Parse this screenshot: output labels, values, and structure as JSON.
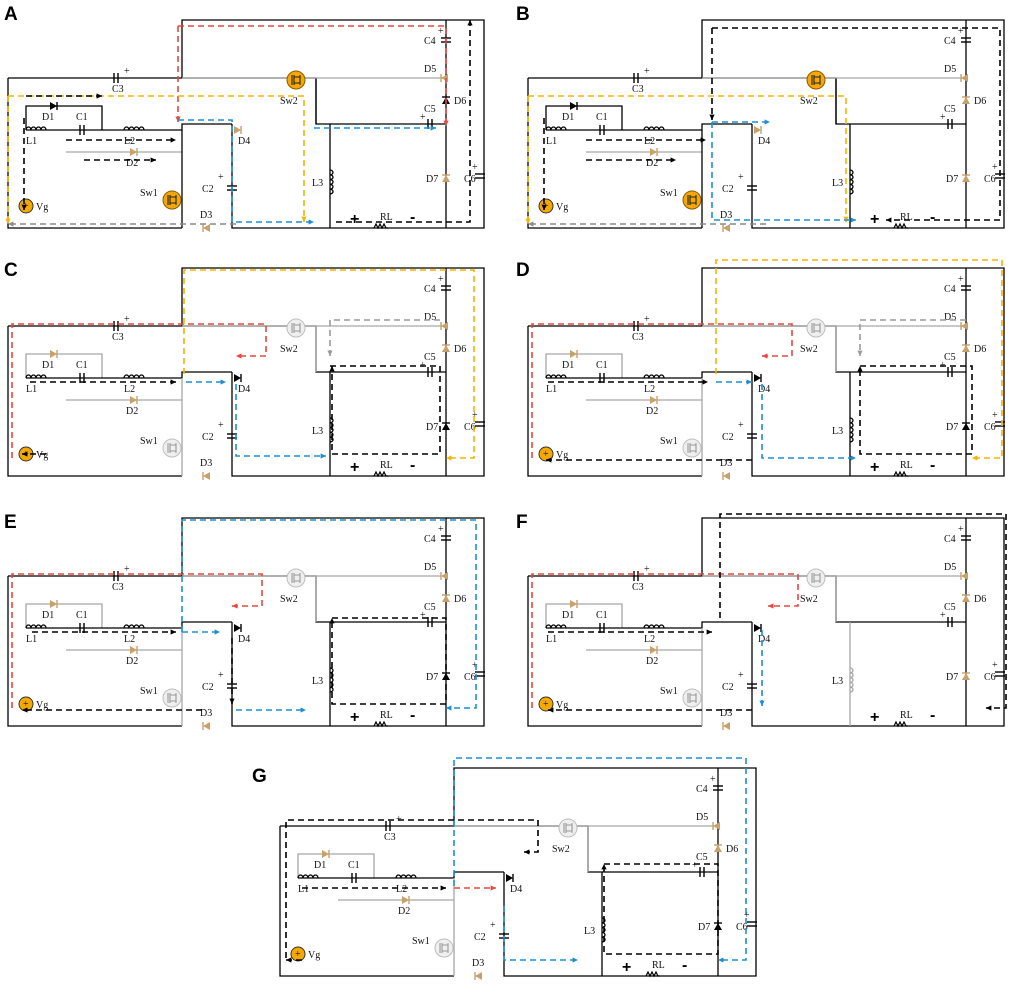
{
  "panels": [
    {
      "id": "A",
      "active": {
        "sw1": true,
        "sw2": true,
        "d4": false,
        "d6": true,
        "d7": false,
        "l3": true
      },
      "paths": [
        {
          "color": "#e8473f",
          "pts": [
            [
              172,
              26
            ],
            [
              440,
              26
            ],
            [
              440,
              126
            ]
          ]
        },
        {
          "color": "#e8473f",
          "pts": [
            [
              172,
              26
            ],
            [
              172,
              122
            ]
          ]
        },
        {
          "color": "#f5b400",
          "pts": [
            [
              2,
              96
            ],
            [
              298,
              96
            ],
            [
              298,
              222
            ]
          ]
        },
        {
          "color": "#f5b400",
          "pts": [
            [
              2,
              96
            ],
            [
              2,
              224
            ]
          ]
        },
        {
          "color": "#1c8fd6",
          "pts": [
            [
              172,
              120
            ],
            [
              226,
              120
            ],
            [
              226,
              222
            ],
            [
              308,
              222
            ]
          ]
        },
        {
          "color": "#1c8fd6",
          "pts": [
            [
              308,
              128
            ],
            [
              430,
              128
            ]
          ]
        },
        {
          "color": "#000000",
          "pts": [
            [
              60,
              140
            ],
            [
              170,
              140
            ]
          ]
        },
        {
          "color": "#000000",
          "pts": [
            [
              78,
              160
            ],
            [
              150,
              160
            ]
          ]
        },
        {
          "color": "#000000",
          "pts": [
            [
              18,
              118
            ],
            [
              18,
              210
            ]
          ]
        },
        {
          "color": "#000000",
          "pts": [
            [
              20,
              96
            ],
            [
              96,
              96
            ]
          ]
        },
        {
          "color": "#000000",
          "pts": [
            [
              330,
              222
            ],
            [
              464,
              222
            ],
            [
              464,
              20
            ]
          ]
        },
        {
          "color": "#8a8a8a",
          "pts": [
            [
              230,
              224
            ],
            [
              2,
              224
            ]
          ]
        }
      ]
    },
    {
      "id": "B",
      "active": {
        "sw1": true,
        "sw2": true,
        "d4": false,
        "d6": false,
        "d7": false,
        "l3": true
      },
      "paths": [
        {
          "color": "#f5b400",
          "pts": [
            [
              2,
              96
            ],
            [
              320,
              96
            ],
            [
              320,
              222
            ]
          ]
        },
        {
          "color": "#f5b400",
          "pts": [
            [
              2,
              96
            ],
            [
              2,
              224
            ]
          ]
        },
        {
          "color": "#1c8fd6",
          "pts": [
            [
              186,
              122
            ],
            [
              244,
              122
            ]
          ]
        },
        {
          "color": "#1c8fd6",
          "pts": [
            [
              186,
              122
            ],
            [
              186,
              220
            ],
            [
              330,
              220
            ]
          ]
        },
        {
          "color": "#000000",
          "pts": [
            [
              186,
              28
            ],
            [
              474,
              28
            ],
            [
              474,
              220
            ],
            [
              360,
              220
            ]
          ]
        },
        {
          "color": "#000000",
          "pts": [
            [
              186,
              28
            ],
            [
              186,
              120
            ]
          ]
        },
        {
          "color": "#000000",
          "pts": [
            [
              60,
              140
            ],
            [
              180,
              140
            ]
          ]
        },
        {
          "color": "#000000",
          "pts": [
            [
              60,
              160
            ],
            [
              150,
              160
            ]
          ]
        },
        {
          "color": "#000000",
          "pts": [
            [
              18,
              118
            ],
            [
              18,
              210
            ]
          ]
        },
        {
          "color": "#8a8a8a",
          "pts": [
            [
              240,
              224
            ],
            [
              2,
              224
            ]
          ]
        }
      ]
    },
    {
      "id": "C",
      "active": {
        "sw1": false,
        "sw2": false,
        "d4": true,
        "d6": false,
        "d7": true,
        "l3": true
      },
      "paths": [
        {
          "color": "#e8473f",
          "pts": [
            [
              6,
              210
            ],
            [
              6,
              76
            ],
            [
              260,
              76
            ],
            [
              260,
              108
            ],
            [
              230,
              108
            ]
          ]
        },
        {
          "color": "#f5b400",
          "pts": [
            [
              178,
              126
            ],
            [
              178,
              22
            ],
            [
              468,
              22
            ],
            [
              468,
              210
            ],
            [
              440,
              210
            ]
          ]
        },
        {
          "color": "#1c8fd6",
          "pts": [
            [
              230,
              136
            ],
            [
              230,
              208
            ],
            [
              320,
              208
            ]
          ]
        },
        {
          "color": "#1c8fd6",
          "pts": [
            [
              180,
              134
            ],
            [
              220,
              134
            ]
          ]
        },
        {
          "color": "#9a9a9a",
          "pts": [
            [
              434,
              72
            ],
            [
              324,
              72
            ],
            [
              324,
              108
            ]
          ]
        },
        {
          "color": "#000000",
          "pts": [
            [
              24,
              134
            ],
            [
              170,
              134
            ]
          ]
        },
        {
          "color": "#000000",
          "pts": [
            [
              324,
              118
            ],
            [
              434,
              118
            ],
            [
              434,
              206
            ],
            [
              326,
              206
            ],
            [
              326,
              118
            ]
          ]
        },
        {
          "color": "#000000",
          "pts": [
            [
              40,
              206
            ],
            [
              16,
              206
            ]
          ]
        }
      ]
    },
    {
      "id": "D",
      "active": {
        "sw1": false,
        "sw2": false,
        "d4": true,
        "d6": false,
        "d7": true,
        "l3": true
      },
      "paths": [
        {
          "color": "#e8473f",
          "pts": [
            [
              6,
              210
            ],
            [
              6,
              76
            ],
            [
              266,
              76
            ],
            [
              266,
              108
            ],
            [
              236,
              108
            ]
          ]
        },
        {
          "color": "#f5b400",
          "pts": [
            [
              190,
              126
            ],
            [
              190,
              12
            ],
            [
              476,
              12
            ],
            [
              476,
              210
            ],
            [
              446,
              210
            ]
          ]
        },
        {
          "color": "#1c8fd6",
          "pts": [
            [
              236,
              136
            ],
            [
              236,
              210
            ],
            [
              330,
              210
            ]
          ]
        },
        {
          "color": "#1c8fd6",
          "pts": [
            [
              190,
              134
            ],
            [
              226,
              134
            ]
          ]
        },
        {
          "color": "#9a9a9a",
          "pts": [
            [
              440,
              72
            ],
            [
              334,
              72
            ],
            [
              334,
              108
            ]
          ]
        },
        {
          "color": "#000000",
          "pts": [
            [
              22,
              134
            ],
            [
              182,
              134
            ]
          ]
        },
        {
          "color": "#000000",
          "pts": [
            [
              334,
              118
            ],
            [
              446,
              118
            ],
            [
              446,
              206
            ],
            [
              334,
              206
            ],
            [
              334,
              118
            ]
          ]
        },
        {
          "color": "#000000",
          "pts": [
            [
              226,
              212
            ],
            [
              20,
              212
            ]
          ]
        }
      ]
    },
    {
      "id": "E",
      "active": {
        "sw1": false,
        "sw2": false,
        "d4": true,
        "d6": false,
        "d7": true,
        "l3": true
      },
      "paths": [
        {
          "color": "#e8473f",
          "pts": [
            [
              6,
              210
            ],
            [
              6,
              76
            ],
            [
              256,
              76
            ],
            [
              256,
              108
            ],
            [
              226,
              108
            ]
          ]
        },
        {
          "color": "#1c8fd6",
          "pts": [
            [
              176,
              134
            ],
            [
              176,
              22
            ],
            [
              470,
              22
            ],
            [
              470,
              210
            ],
            [
              440,
              210
            ]
          ]
        },
        {
          "color": "#1c8fd6",
          "pts": [
            [
              176,
              134
            ],
            [
              214,
              134
            ]
          ]
        },
        {
          "color": "#1c8fd6",
          "pts": [
            [
              230,
              212
            ],
            [
              300,
              212
            ]
          ]
        },
        {
          "color": "#000000",
          "pts": [
            [
              26,
              134
            ],
            [
              170,
              134
            ]
          ]
        },
        {
          "color": "#000000",
          "pts": [
            [
              326,
              120
            ],
            [
              440,
              120
            ],
            [
              440,
              206
            ],
            [
              326,
              206
            ],
            [
              326,
              120
            ]
          ]
        },
        {
          "color": "#000000",
          "pts": [
            [
              226,
              140
            ],
            [
              226,
              206
            ]
          ]
        },
        {
          "color": "#000000",
          "pts": [
            [
              196,
              212
            ],
            [
              16,
              212
            ]
          ]
        }
      ]
    },
    {
      "id": "F",
      "active": {
        "sw1": false,
        "sw2": false,
        "d4": true,
        "d6": false,
        "d7": false,
        "l3": false
      },
      "paths": [
        {
          "color": "#e8473f",
          "pts": [
            [
              6,
              210
            ],
            [
              6,
              76
            ],
            [
              272,
              76
            ],
            [
              272,
              108
            ],
            [
              242,
              108
            ]
          ]
        },
        {
          "color": "#1c8fd6",
          "pts": [
            [
              236,
              132
            ],
            [
              236,
              208
            ]
          ]
        },
        {
          "color": "#000000",
          "pts": [
            [
              194,
              120
            ],
            [
              194,
              16
            ],
            [
              480,
              16
            ],
            [
              480,
              210
            ],
            [
              460,
              210
            ]
          ]
        },
        {
          "color": "#000000",
          "pts": [
            [
              22,
              134
            ],
            [
              186,
              134
            ]
          ]
        },
        {
          "color": "#000000",
          "pts": [
            [
              226,
              212
            ],
            [
              22,
              212
            ]
          ]
        }
      ]
    },
    {
      "id": "G",
      "active": {
        "sw1": false,
        "sw2": false,
        "d4": true,
        "d6": false,
        "d7": true,
        "l3": true
      },
      "paths": [
        {
          "color": "#1c8fd6",
          "pts": [
            [
              176,
              138
            ],
            [
              176,
              10
            ],
            [
              468,
              10
            ],
            [
              468,
              212
            ],
            [
              440,
              212
            ]
          ]
        },
        {
          "color": "#1c8fd6",
          "pts": [
            [
              226,
              158
            ],
            [
              226,
              212
            ],
            [
              300,
              212
            ]
          ]
        },
        {
          "color": "#e8473f",
          "pts": [
            [
              176,
              140
            ],
            [
              218,
              140
            ]
          ]
        },
        {
          "color": "#000000",
          "pts": [
            [
              8,
              210
            ],
            [
              8,
              72
            ],
            [
              260,
              72
            ],
            [
              260,
              104
            ],
            [
              246,
              104
            ]
          ]
        },
        {
          "color": "#000000",
          "pts": [
            [
              24,
              140
            ],
            [
              168,
              140
            ]
          ]
        },
        {
          "color": "#000000",
          "pts": [
            [
              326,
              116
            ],
            [
              440,
              116
            ],
            [
              440,
              206
            ],
            [
              326,
              206
            ],
            [
              326,
              116
            ]
          ]
        },
        {
          "color": "#000000",
          "pts": [
            [
              24,
              212
            ],
            [
              8,
              212
            ]
          ]
        }
      ]
    }
  ],
  "labels": {
    "panel_a": "A",
    "panel_b": "B",
    "panel_c": "C",
    "panel_d": "D",
    "panel_e": "E",
    "panel_f": "F",
    "panel_g": "G",
    "vg": "Vg",
    "l1": "L1",
    "l2": "L2",
    "l3": "L3",
    "d1": "D1",
    "d2": "D2",
    "d3": "D3",
    "d4": "D4",
    "d5": "D5",
    "d6": "D6",
    "d7": "D7",
    "c1": "C1",
    "c2": "C2",
    "c3": "C3",
    "c4": "C4",
    "c5": "C5",
    "c6": "C6",
    "sw1": "Sw1",
    "sw2": "Sw2",
    "rl": "RL",
    "plus": "+",
    "minus": "-"
  },
  "colors": {
    "wire_active": "#000000",
    "wire_inactive": "#a6a6a6",
    "switch_on": "#f5a800",
    "switch_off": "#d9d9d9",
    "diode_off": "#c8a06a"
  }
}
